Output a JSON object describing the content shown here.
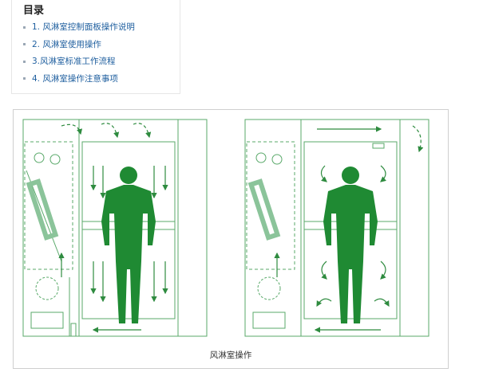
{
  "toc": {
    "title": "目录",
    "items": [
      {
        "label": "1. 风淋室控制面板操作说明"
      },
      {
        "label": "2. 风淋室使用操作"
      },
      {
        "label": "3.风淋室标准工作流程"
      },
      {
        "label": "4. 风淋室操作注意事项"
      }
    ]
  },
  "figure": {
    "caption": "风淋室操作",
    "colors": {
      "accent": "#2e8b3f",
      "line": "#5aa96a",
      "body": "#1f8a33"
    }
  }
}
